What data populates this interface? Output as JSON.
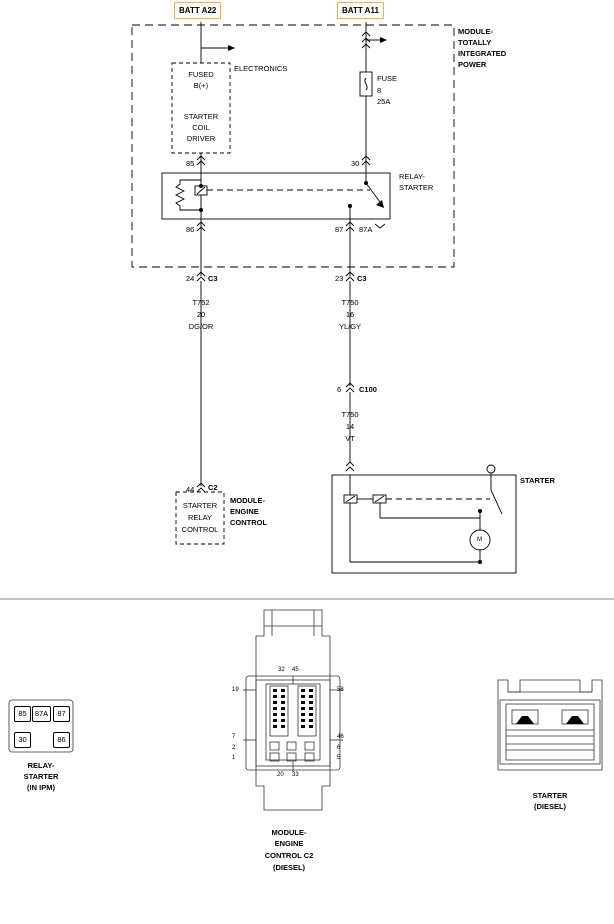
{
  "batt_a22": "BATT A22",
  "batt_a11": "BATT A11",
  "module_tip": [
    "MODULE-",
    "TOTALLY",
    "INTEGRATED",
    "POWER"
  ],
  "electronics": "ELECTRONICS",
  "fused_b": [
    "FUSED",
    "B(+)"
  ],
  "starter_coil_driver": [
    "STARTER",
    "COIL",
    "DRIVER"
  ],
  "fuse": [
    "FUSE",
    "8",
    "25A"
  ],
  "relay_starter": [
    "RELAY-",
    "STARTER"
  ],
  "pins": {
    "p85": "85",
    "p30": "30",
    "p86": "86",
    "p87": "87",
    "p87a": "87A"
  },
  "c3_left": {
    "pin": "24",
    "conn": "C3"
  },
  "c3_right": {
    "pin": "23",
    "conn": "C3"
  },
  "wire_t752": [
    "T752",
    "20",
    "DG/OR"
  ],
  "wire_t750_a": [
    "T750",
    "16",
    "YL/GY"
  ],
  "c100": {
    "pin": "6",
    "conn": "C100"
  },
  "wire_t750_b": [
    "T750",
    "14",
    "VT"
  ],
  "c2": {
    "pin": "44",
    "conn": "C2"
  },
  "starter_relay_control": [
    "STARTER",
    "RELAY",
    "CONTROL"
  ],
  "module_engine_control": [
    "MODULE-",
    "ENGINE",
    "CONTROL"
  ],
  "starter": "STARTER",
  "motor": "M",
  "relay_view_pins": [
    "85",
    "87A",
    "87",
    "30",
    "86"
  ],
  "relay_view_label": [
    "RELAY-",
    "STARTER",
    "(IN IPM)"
  ],
  "ecm_pins": {
    "p32": "32",
    "p45": "45",
    "p19": "19",
    "p58": "58",
    "p7": "7",
    "p46": "46",
    "p2": "2",
    "p6": "6",
    "p1": "1",
    "p5": "5",
    "p20": "20",
    "p33": "33"
  },
  "ecm_label": [
    "MODULE-",
    "ENGINE",
    "CONTROL C2",
    "(DIESEL)"
  ],
  "starter_view_label": [
    "STARTER",
    "(DIESEL)"
  ]
}
